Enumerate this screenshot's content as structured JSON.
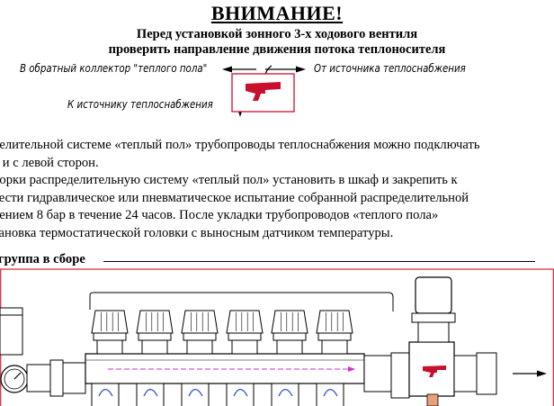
{
  "heading": {
    "title": "ВНИМАНИЕ!",
    "line1": "Перед установкой зонного 3-х ходового вентиля",
    "line2": "проверить направление движения потока теплоносителя"
  },
  "diagram": {
    "label_return": "В обратный коллектор \"теплого пола\"",
    "label_from_source": "От источника теплоснабжения",
    "label_to_source": "К источнику теплоснабжения",
    "colors": {
      "flow_red": "#c8102e",
      "border": "#000000"
    }
  },
  "paragraph": {
    "lines": [
      "делительной системе «теплый пол» трубопроводы теплоснабжения можно подключать",
      "к и с левой сторон.",
      "борки распределительную систему «теплый пол» установить в шкаф и закрепить к",
      "вести гидравлическое или пневматическое испытание собранной распределительной",
      "лением 8 бар в течение 24 часов. После укладки трубопроводов «теплого пола»",
      "тановка термостатической головки с выносным датчиком температуры."
    ]
  },
  "section": {
    "title": "группа в сборе"
  },
  "assembly": {
    "colors": {
      "frame": "#d9333f",
      "supply_arrow": "#cc33cc",
      "flow_arrow": "#3355cc",
      "valve_red": "#c8102e"
    }
  }
}
